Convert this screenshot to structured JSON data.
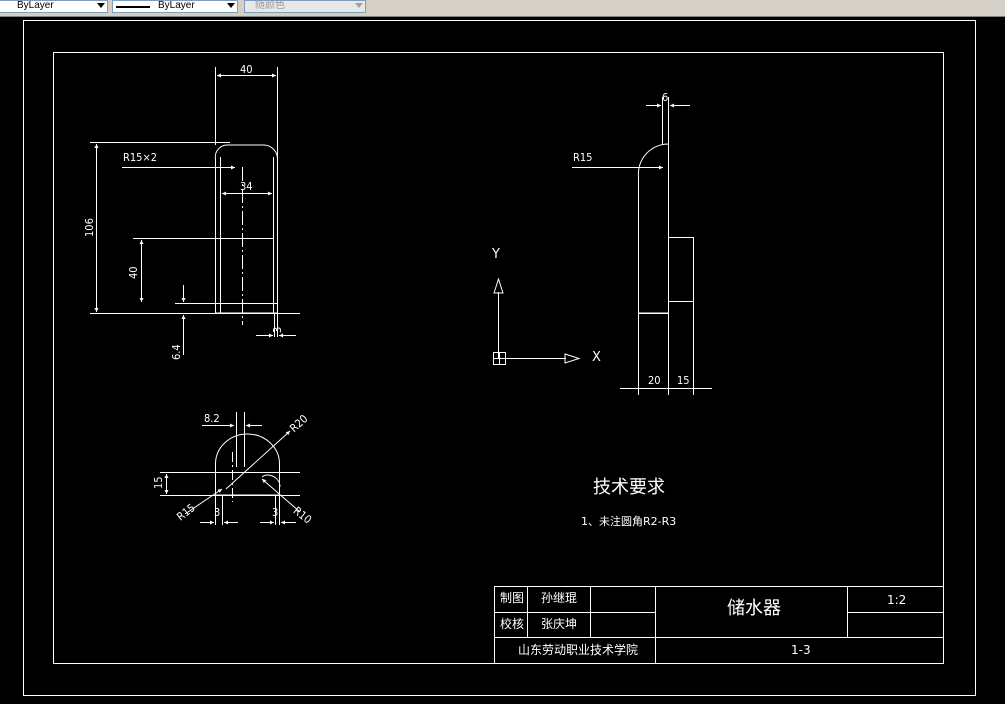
{
  "toolbar": {
    "linetype": "ByLayer",
    "lineweight": "ByLayer",
    "plotstyle": "随颜色"
  },
  "dims": {
    "front_width": "40",
    "front_radius": "R15×2",
    "front_inner": "34",
    "front_height": "106",
    "front_lower": "40",
    "front_base": "6.4",
    "front_thick": "3",
    "side_top": "6",
    "side_radius": "R15",
    "side_w1": "20",
    "side_w2": "15",
    "top_width": "8.2",
    "top_r20": "R20",
    "top_15": "15",
    "top_r15": "R15",
    "top_3a": "3",
    "top_3b": "3",
    "top_r10": "R10"
  },
  "ucs": {
    "y": "Y",
    "x": "X"
  },
  "notes": {
    "title": "技术要求",
    "item1": "1、未注圆角R2-R3"
  },
  "title_block": {
    "drawn_label": "制图",
    "drawn_name": "孙继琨",
    "checked_label": "校核",
    "checked_name": "张庆坤",
    "part_name": "储水器",
    "scale": "1:2",
    "school": "山东劳动职业技术学院",
    "drawing_no": "1-3"
  },
  "colors": {
    "background": "#000000",
    "lines": "#ffffff",
    "toolbar": "#d4d0c8"
  }
}
